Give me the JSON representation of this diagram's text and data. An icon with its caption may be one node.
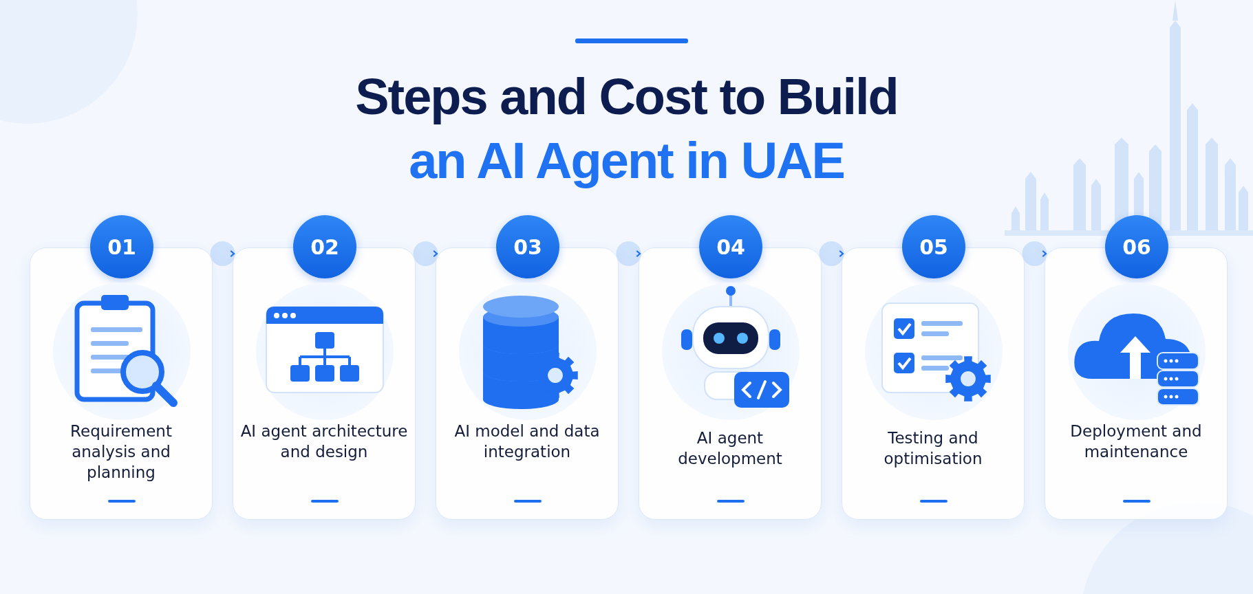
{
  "diagram": {
    "title": "Steps and Cost to Build an AI Agent in UAE",
    "nodes": [
      {
        "text": [
          "01",
          "Requirement analysis and planning"
        ]
      },
      {
        "text": [
          "02",
          "AI agent architecture and design"
        ]
      },
      {
        "text": [
          "03",
          "AI model and data integration"
        ]
      },
      {
        "text": [
          "04",
          "AI agent development"
        ]
      },
      {
        "text": [
          "05",
          "Testing and optimisation"
        ]
      },
      {
        "text": [
          "06",
          "Deployment and maintenance"
        ]
      }
    ],
    "edges": [
      {
        "from": 0,
        "to": 1,
        "arrow": "to"
      },
      {
        "from": 1,
        "to": 2,
        "arrow": "to"
      },
      {
        "from": 2,
        "to": 3,
        "arrow": "to"
      },
      {
        "from": 3,
        "to": 4,
        "arrow": "to"
      },
      {
        "from": 4,
        "to": 5,
        "arrow": "to"
      }
    ]
  }
}
